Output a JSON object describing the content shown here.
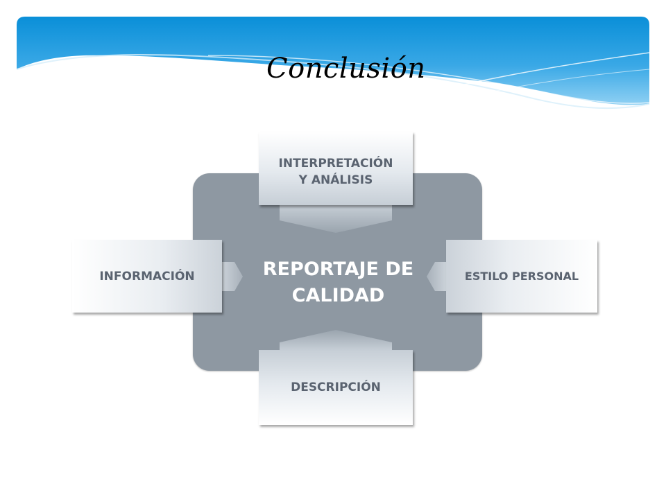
{
  "slide": {
    "title": "Conclusión"
  },
  "diagram": {
    "center": "REPORTAJE DE\nCALIDAD",
    "inputs": {
      "top": "INTERPRETACIÓN\nY ANÁLISIS",
      "left": "INFORMACIÓN",
      "right": "ESTILO PERSONAL",
      "bottom": "DESCRIPCIÓN"
    }
  },
  "colors": {
    "banner_blue": "#0a8fd8",
    "center_gray": "#8e98a2",
    "label_gray": "#5a6370"
  }
}
